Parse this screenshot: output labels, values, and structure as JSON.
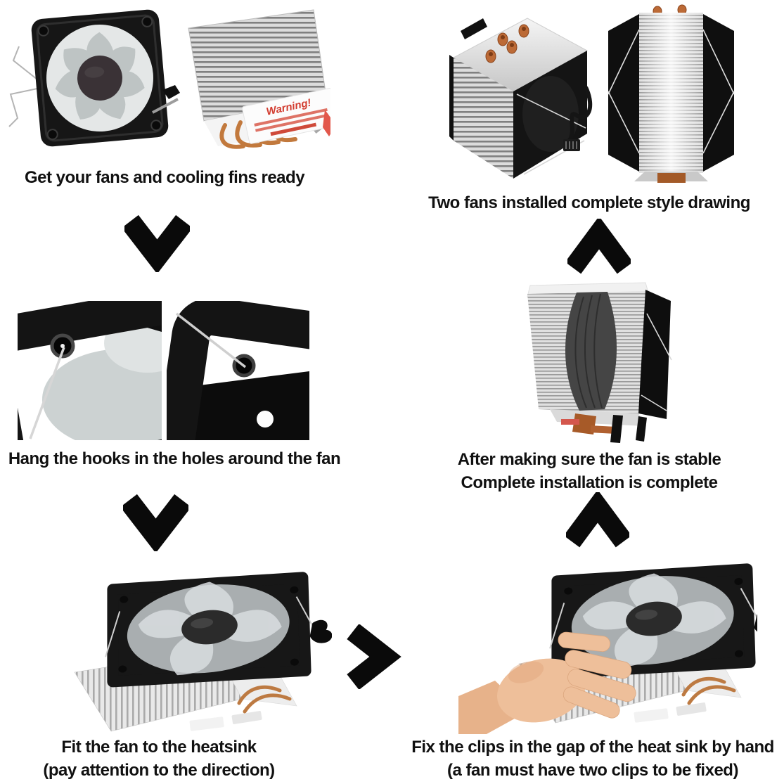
{
  "panels": {
    "top_left": {
      "caption_lines": [
        "Get your fans and cooling fins ready"
      ]
    },
    "top_right": {
      "caption_lines": [
        "Two fans installed complete style drawing"
      ]
    },
    "middle_left": {
      "caption_lines": [
        "Hang the hooks in the holes around the fan"
      ]
    },
    "middle_right": {
      "caption_lines": [
        "After making sure the fan is stable",
        "Complete installation is complete"
      ]
    },
    "bottom_left": {
      "caption_lines": [
        "Fit the fan to the heatsink",
        "(pay attention to the direction)"
      ]
    },
    "bottom_right": {
      "caption_lines": [
        "Fix the clips in the gap of the heat sink by hand",
        "(a fan must have two clips to be fixed)"
      ]
    }
  },
  "sticker": {
    "warning_text": "Warning!"
  },
  "arrows": [
    {
      "direction": "down",
      "position": "left-upper"
    },
    {
      "direction": "down",
      "position": "left-lower"
    },
    {
      "direction": "right",
      "position": "bottom-center"
    },
    {
      "direction": "up",
      "position": "right-upper"
    },
    {
      "direction": "up",
      "position": "right-lower"
    }
  ],
  "colors": {
    "background": "#ffffff",
    "caption_text": "#111111",
    "arrow": "#0a0a0a",
    "copper_pipe": "#bd7a42",
    "hand_skin": "#eebf9a",
    "warning_red": "#d23b2e"
  }
}
